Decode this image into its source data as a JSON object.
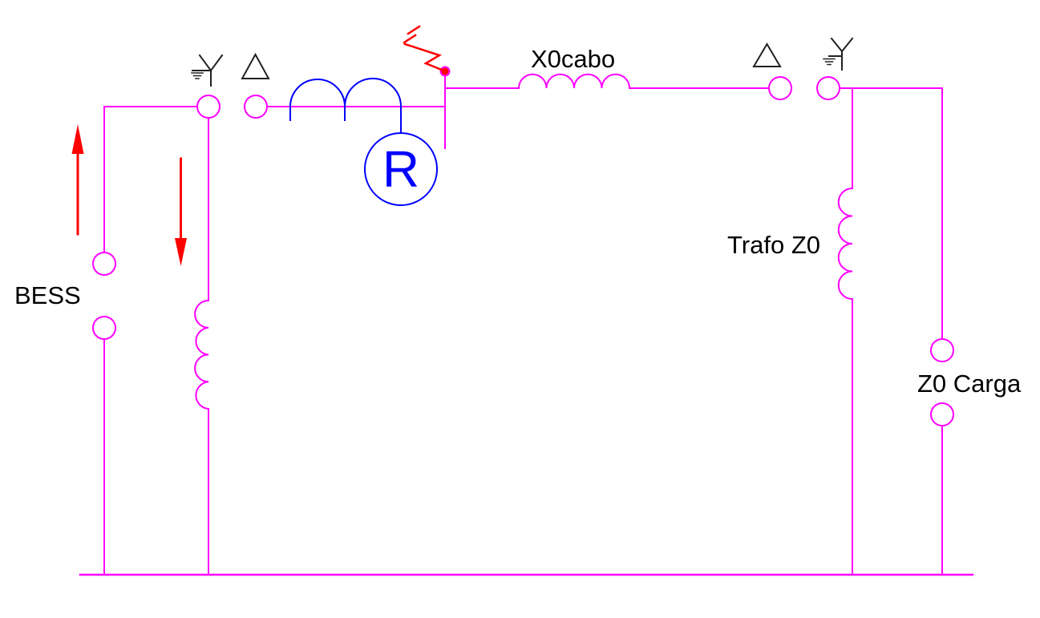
{
  "diagram": {
    "type": "single-line-circuit",
    "labels": {
      "bess": "BESS",
      "x0cabo": "X0cabo",
      "trafo_z0": "Trafo Z0",
      "z0_carga": "Z0 Carga",
      "resistor": "R"
    },
    "colors": {
      "wire": "#ff00ff",
      "device": "#0000ff",
      "arrow": "#ff0000",
      "symbol": "#222222",
      "text": "#000000",
      "background": "#ffffff"
    },
    "icons": [
      "grounded-wye-winding-icon",
      "delta-winding-icon",
      "lightning-fault-icon",
      "current-up-arrow-icon",
      "current-down-arrow-icon",
      "inductor-coil-icon",
      "open-switch-icon",
      "resistor-circle-icon",
      "ground-bus"
    ]
  }
}
